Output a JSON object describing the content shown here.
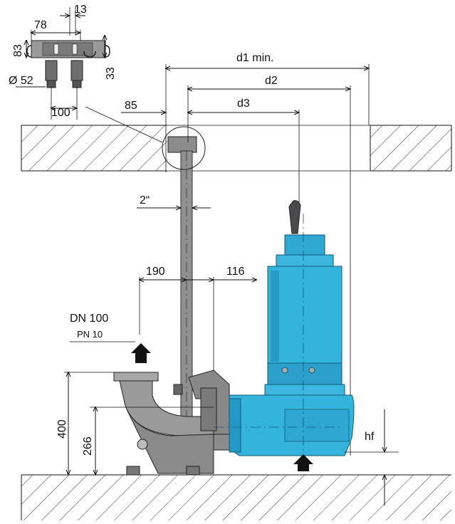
{
  "labels": {
    "d13": "13",
    "d78": "78",
    "d83": "83",
    "d33": "33",
    "d52": "Ø 52",
    "d100": "100",
    "d85": "85",
    "d1": "d1 min.",
    "d2": "d2",
    "d3": "d3",
    "pipe": "2“",
    "d190": "190",
    "d116": "116",
    "dn": "DN 100",
    "pn": "PN 10",
    "d400": "400",
    "d266": "266",
    "hf": "hf"
  },
  "colors": {
    "pump": "#33b4dc",
    "pump_dark": "#1b7fa6",
    "pump_light": "#7fd3ee",
    "gray": "#8c8c8c",
    "gray_dark": "#5a5a5a",
    "gray_light": "#b8b8b8",
    "hatch": "#333333"
  },
  "icons": [
    "flow-arrow-icon"
  ]
}
